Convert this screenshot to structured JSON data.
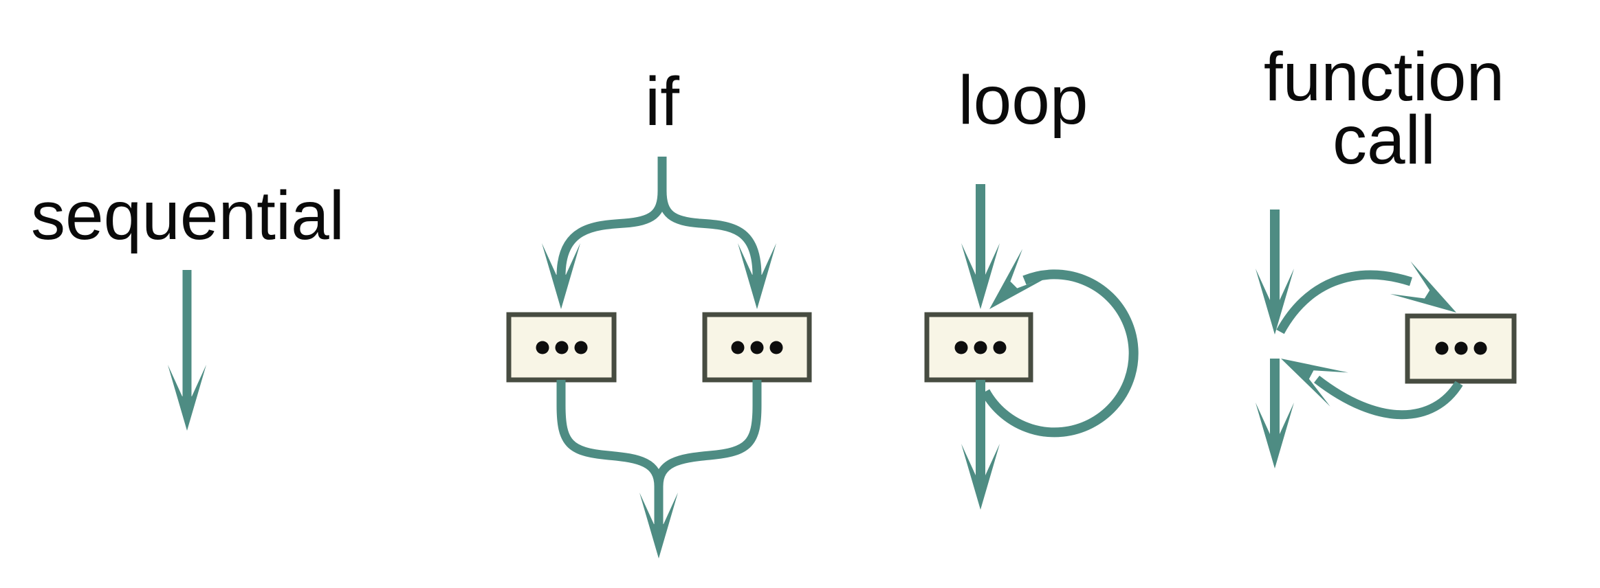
{
  "labels": {
    "sequential": "sequential",
    "if": "if",
    "loop": "loop",
    "function_call_line1": "function",
    "function_call_line2": "call"
  },
  "box_symbol": "•••",
  "colors": {
    "arrow": "#4e8c83",
    "box_fill": "#f8f5e6",
    "box_border": "#474c41",
    "dots": "#0d0d0d",
    "label_text": "#0a0a0a",
    "background": "#ffffff"
  }
}
